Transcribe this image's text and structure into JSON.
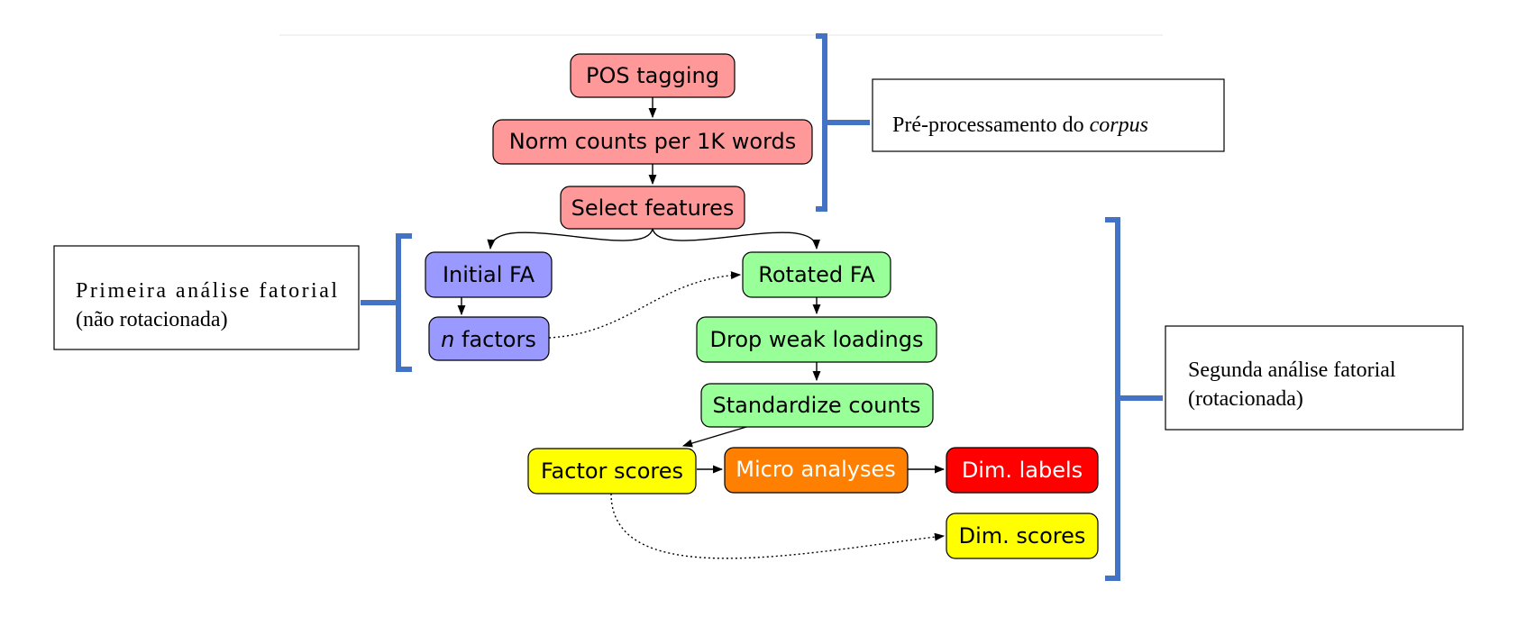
{
  "nodes": {
    "pos_tagging": {
      "label": "POS tagging",
      "color": "#ff9999"
    },
    "norm_counts": {
      "label": "Norm counts per 1K words",
      "color": "#ff9999"
    },
    "select_features": {
      "label": "Select features",
      "color": "#ff9999"
    },
    "initial_fa": {
      "label": "Initial FA",
      "color": "#9999ff"
    },
    "n_factors": {
      "label_italic": "n",
      "label": " factors",
      "color": "#9999ff"
    },
    "rotated_fa": {
      "label": "Rotated FA",
      "color": "#99ff99"
    },
    "drop_weak": {
      "label": "Drop weak loadings",
      "color": "#99ff99"
    },
    "standardize": {
      "label": "Standardize counts",
      "color": "#99ff99"
    },
    "factor_scores": {
      "label": "Factor scores",
      "color": "#ffff00"
    },
    "micro_analyses": {
      "label": "Micro analyses",
      "color": "#ff8000"
    },
    "dim_labels": {
      "label": "Dim. labels",
      "color": "#ff0000"
    },
    "dim_scores": {
      "label": "Dim. scores",
      "color": "#ffff00"
    }
  },
  "annotations": {
    "preprocessing": {
      "text": "Pré-processamento do ",
      "italic": "corpus"
    },
    "first_fa": {
      "line1": "Primeira análise fatorial",
      "line2": "(não rotacionada)"
    },
    "second_fa": {
      "line1": "Segunda análise fatorial",
      "line2": "(rotacionada)"
    }
  },
  "colors": {
    "bracket": "#4472c4",
    "node_border": "#000000"
  }
}
